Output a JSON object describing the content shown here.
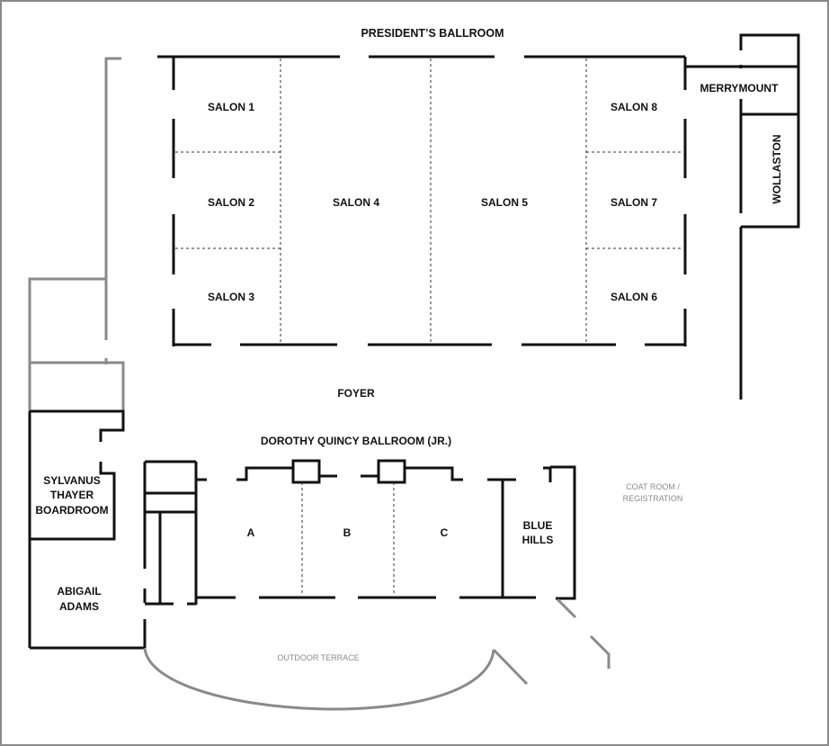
{
  "labels": {
    "presidents_ballroom": "PRESIDENT’S BALLROOM",
    "salon_1": "SALON 1",
    "salon_2": "SALON 2",
    "salon_3": "SALON 3",
    "salon_4": "SALON 4",
    "salon_5": "SALON 5",
    "salon_6": "SALON 6",
    "salon_7": "SALON 7",
    "salon_8": "SALON 8",
    "merrymount": "MERRYMOUNT",
    "wollaston": "WOLLASTON",
    "foyer": "FOYER",
    "dorothy_quincy": "DOROTHY QUINCY BALLROOM (JR.)",
    "room_a": "A",
    "room_b": "B",
    "room_c": "C",
    "blue_hills_1": "BLUE",
    "blue_hills_2": "HILLS",
    "coat_room_1": "COAT ROOM /",
    "coat_room_2": "REGISTRATION",
    "sylvanus_1": "SYLVANUS",
    "sylvanus_2": "THAYER",
    "sylvanus_3": "BOARDROOM",
    "abigail_1": "ABIGAIL",
    "abigail_2": "ADAMS",
    "outdoor_terrace": "OUTDOOR TERRACE"
  },
  "colors": {
    "wall": "#111111",
    "outer_wall": "#8a8a8a",
    "minor_text": "#8a8a8a"
  }
}
